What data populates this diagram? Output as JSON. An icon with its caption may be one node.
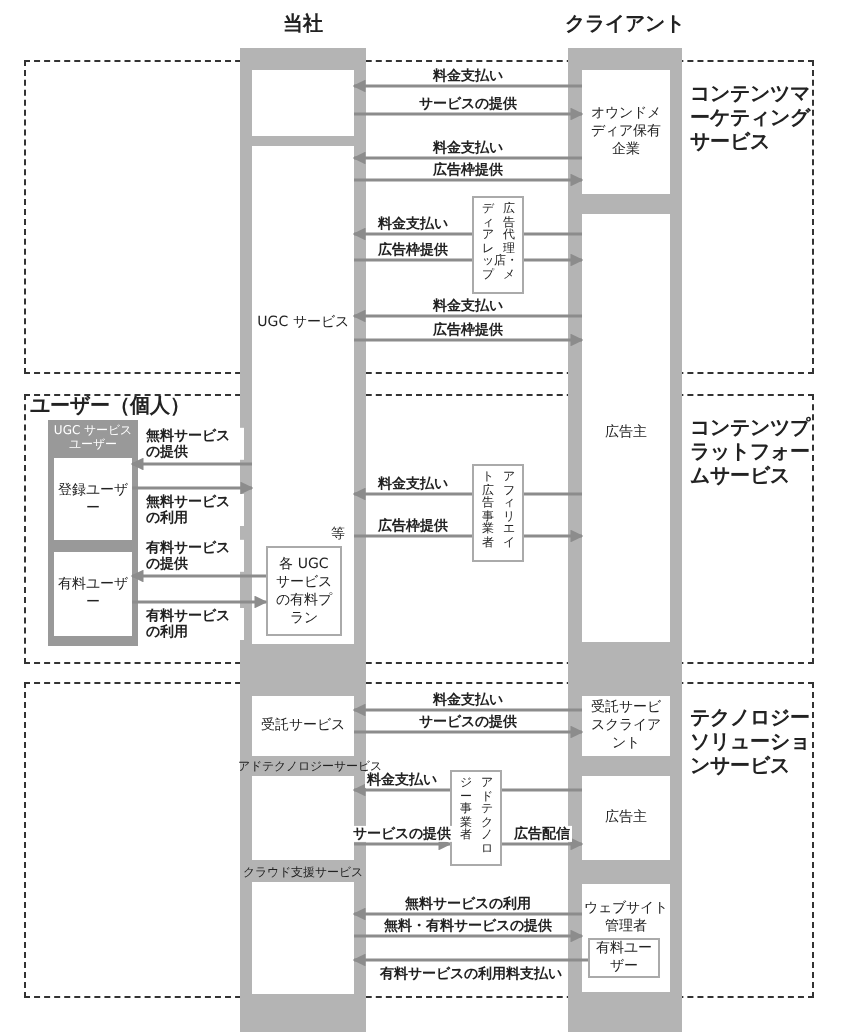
{
  "diagram": {
    "nodes": [
      {
        "text": [],
        "shape": "box"
      },
      {
        "text": [
          "UGC サービス",
          "等"
        ]
      },
      {
        "text": [
          "各 UGC サービスの有料プラン"
        ],
        "in": 1
      },
      {
        "text": [
          "受託サービス"
        ]
      },
      {
        "text": [
          "アドテクノロジーサービス"
        ]
      },
      {
        "text": [
          "クラウド支援サービス"
        ]
      },
      {
        "text": [
          "オウンドメディア保有企業"
        ]
      },
      {
        "text": [
          "広告主"
        ]
      },
      {
        "text": [
          "受託サービスクライアント"
        ]
      },
      {
        "text": [
          "広告主"
        ]
      },
      {
        "text": [
          "ウェブサイト管理者"
        ]
      },
      {
        "text": [
          "有料ユーザー"
        ],
        "in": 10
      },
      {
        "text": [
          "広告代理店・メディアレップ"
        ]
      },
      {
        "text": [
          "アフィリエイト広告事業者"
        ]
      },
      {
        "text": [
          "アドテクノロジー事業者"
        ]
      },
      {
        "text": [
          "UGC サービスユーザー"
        ]
      },
      {
        "text": [
          "登録ユーザー"
        ],
        "in": 15
      },
      {
        "text": [
          "有料ユーザー"
        ],
        "in": 15
      }
    ],
    "edges": [
      {
        "from": 6,
        "to": 0,
        "arrow": "to",
        "label": "料金支払い"
      },
      {
        "from": 0,
        "to": 6,
        "arrow": "to",
        "label": "サービスの提供"
      },
      {
        "from": 6,
        "to": 1,
        "arrow": "to",
        "label": "料金支払い"
      },
      {
        "from": 1,
        "to": 6,
        "arrow": "to",
        "label": "広告枠提供"
      },
      {
        "from": 7,
        "to": 12,
        "arrow": "none"
      },
      {
        "from": 12,
        "to": 1,
        "arrow": "to",
        "label": "料金支払い"
      },
      {
        "from": 1,
        "to": 12,
        "arrow": "none",
        "label": "広告枠提供"
      },
      {
        "from": 12,
        "to": 7,
        "arrow": "to"
      },
      {
        "from": 7,
        "to": 1,
        "arrow": "to",
        "label": "料金支払い"
      },
      {
        "from": 1,
        "to": 7,
        "arrow": "to",
        "label": "広告枠提供"
      },
      {
        "from": 1,
        "to": 16,
        "arrow": "to",
        "label": "無料サービスの提供"
      },
      {
        "from": 16,
        "to": 1,
        "arrow": "to",
        "label": "無料サービスの利用"
      },
      {
        "from": 2,
        "to": 17,
        "arrow": "to",
        "label": "有料サービスの提供"
      },
      {
        "from": 17,
        "to": 2,
        "arrow": "to",
        "label": "有料サービスの利用"
      },
      {
        "from": 7,
        "to": 13,
        "arrow": "none"
      },
      {
        "from": 13,
        "to": 1,
        "arrow": "to",
        "label": "料金支払い"
      },
      {
        "from": 1,
        "to": 13,
        "arrow": "none",
        "label": "広告枠提供"
      },
      {
        "from": 13,
        "to": 7,
        "arrow": "to"
      },
      {
        "from": 8,
        "to": 3,
        "arrow": "to",
        "label": "料金支払い"
      },
      {
        "from": 3,
        "to": 8,
        "arrow": "to",
        "label": "サービスの提供"
      },
      {
        "from": 9,
        "to": 14,
        "arrow": "none"
      },
      {
        "from": 14,
        "to": 4,
        "arrow": "to",
        "label": "料金支払い"
      },
      {
        "from": 4,
        "to": 14,
        "arrow": "to",
        "label": "サービスの提供"
      },
      {
        "from": 14,
        "to": 9,
        "arrow": "to",
        "label": "広告配信"
      },
      {
        "from": 10,
        "to": 5,
        "arrow": "to",
        "label": "無料サービスの利用"
      },
      {
        "from": 5,
        "to": 10,
        "arrow": "to",
        "label": "無料・有料サービスの提供"
      },
      {
        "from": 11,
        "to": 5,
        "arrow": "to",
        "label": "有料サービスの利用料支払い"
      }
    ],
    "labels": [
      "当社",
      "クライアント",
      "コンテンツマーケティングサービス",
      "ユーザー（個人）",
      "コンテンツプラットフォームサービス",
      "テクノロジーソリューションサービス"
    ]
  }
}
